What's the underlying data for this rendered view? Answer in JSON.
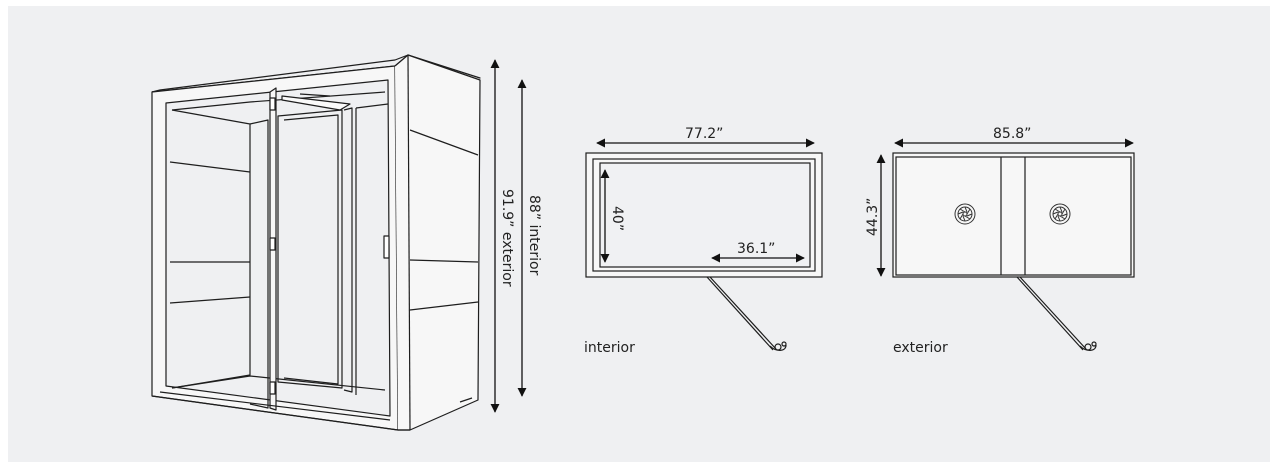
{
  "labels": {
    "exterior_height": "91.9” exterior",
    "interior_height": "88” interior",
    "interior_width": "77.2”",
    "interior_depth": "40”",
    "interior_half_width": "36.1”",
    "exterior_width": "85.8”",
    "exterior_depth": "44.3”"
  },
  "captions": {
    "interior": "interior",
    "exterior": "exterior"
  }
}
